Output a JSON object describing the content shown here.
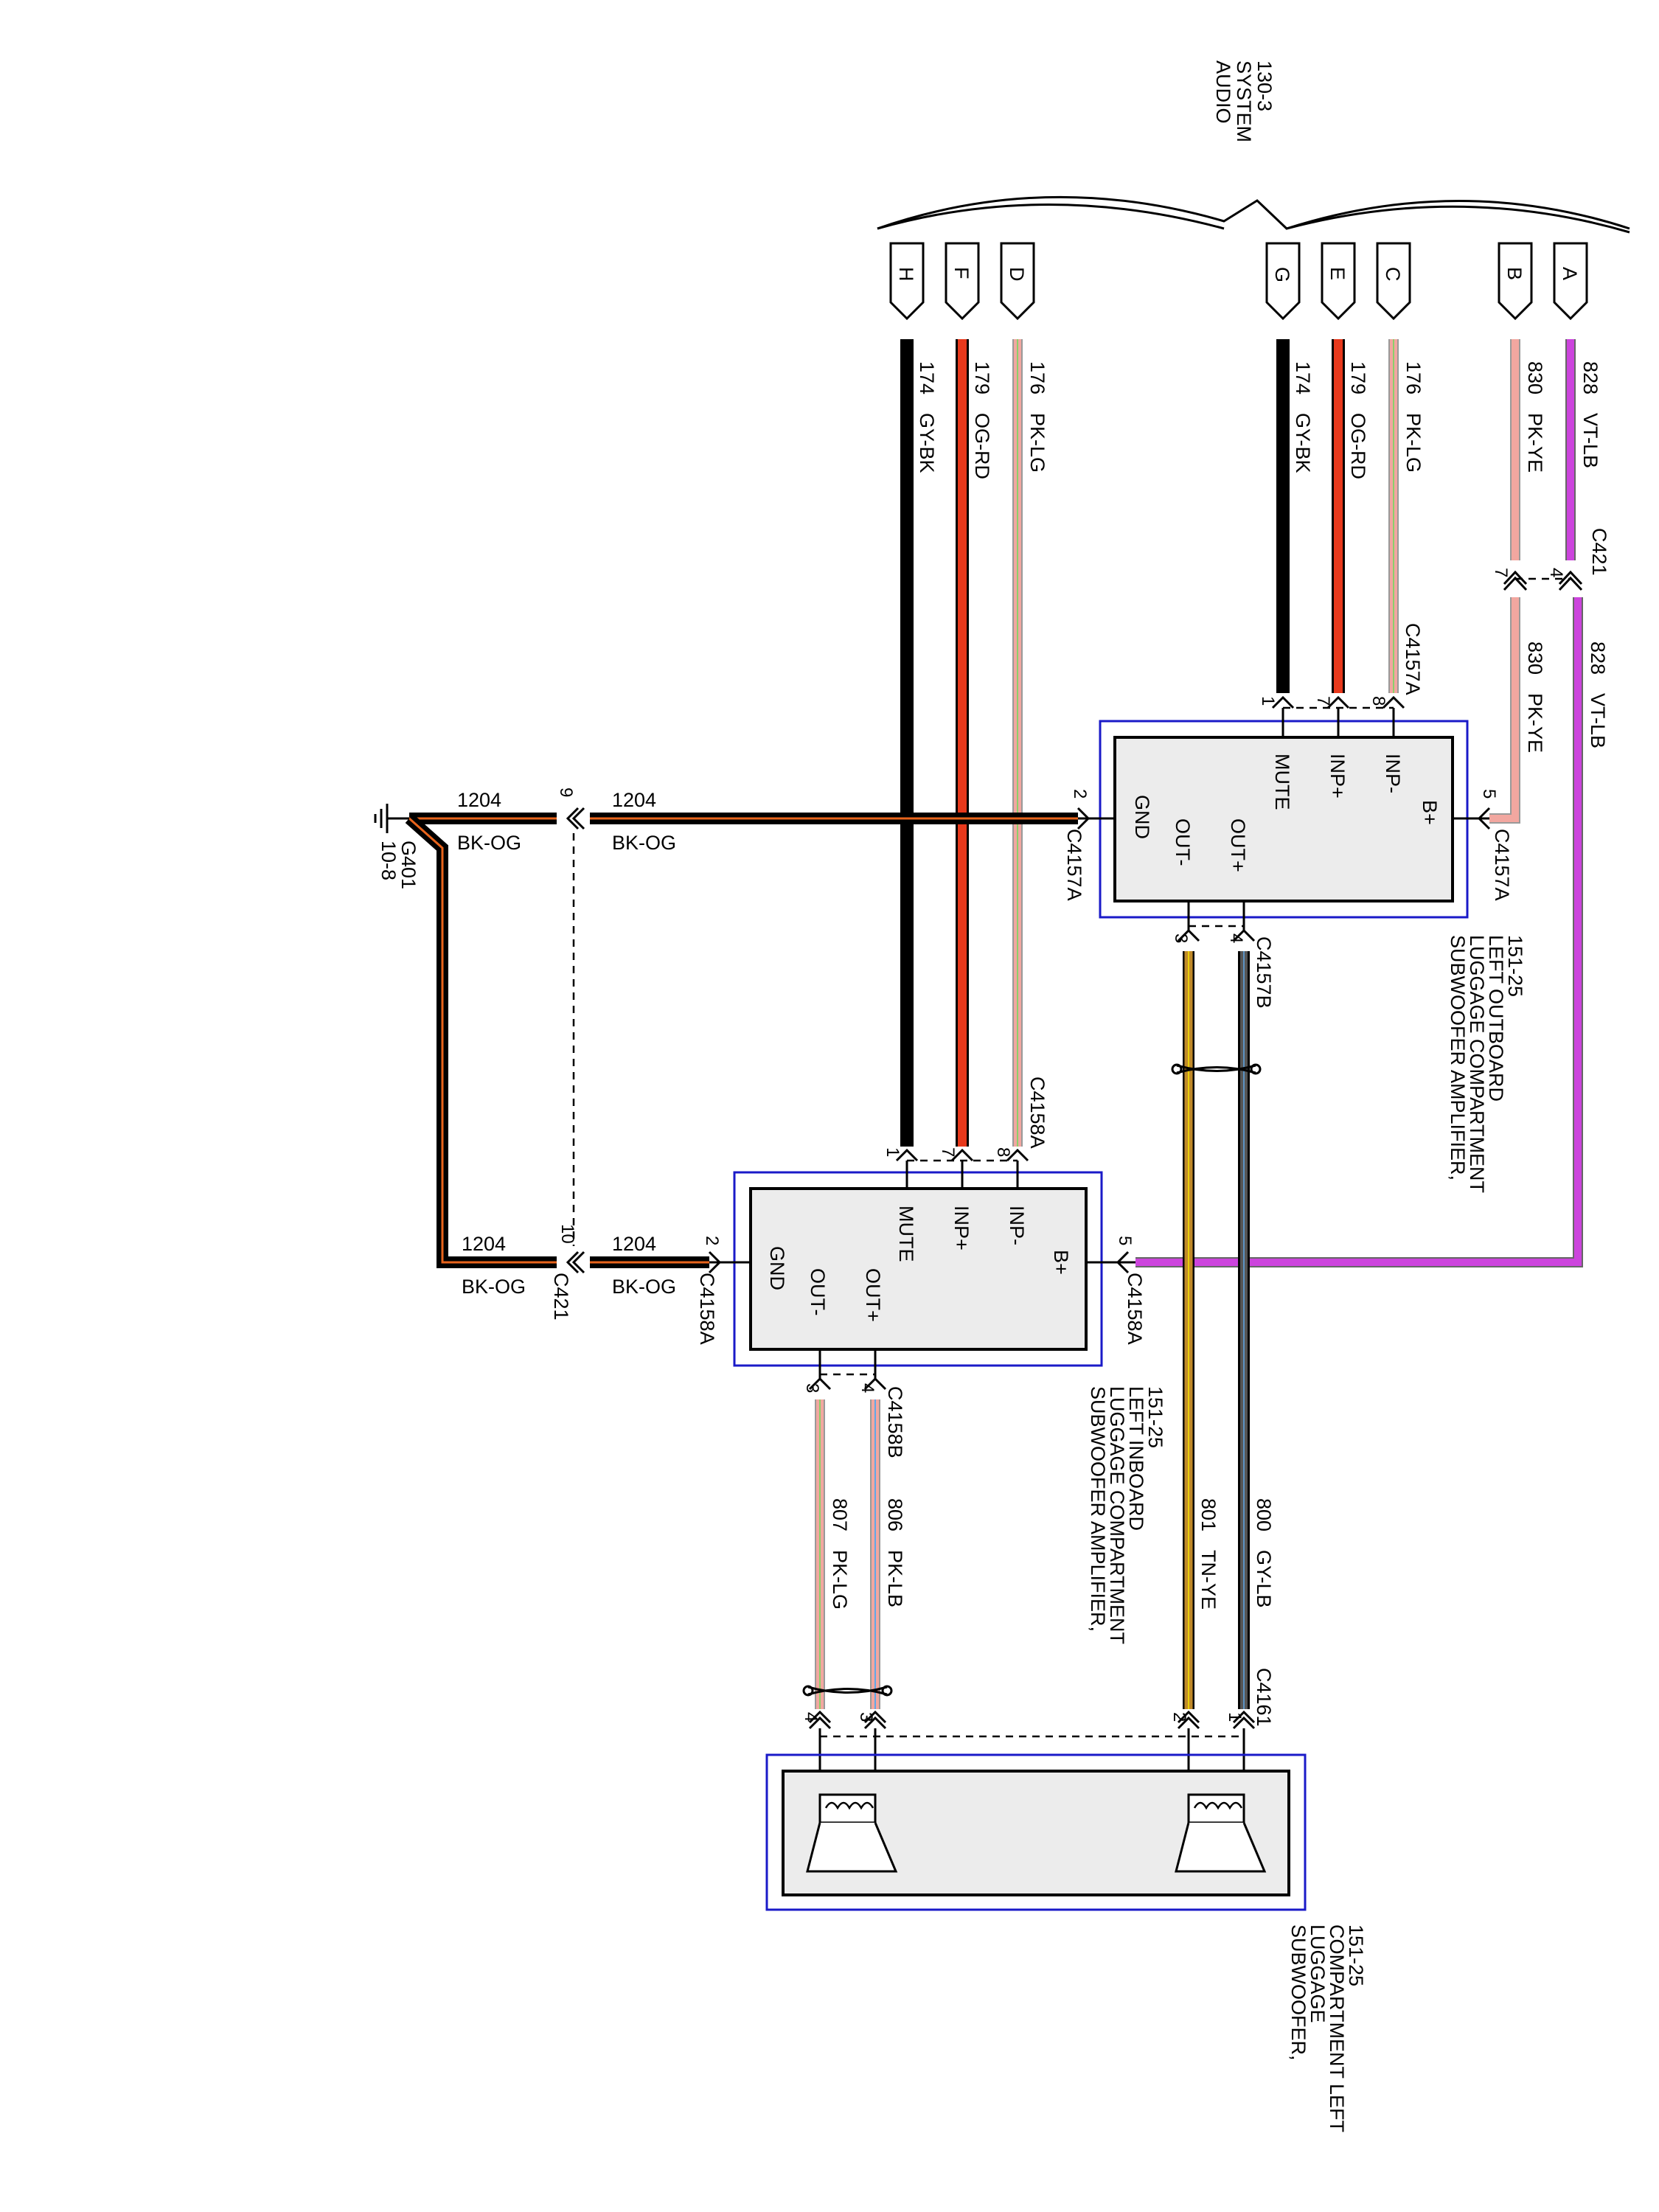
{
  "title": {
    "system": "AUDIO",
    "system2": "SYSTEM",
    "page": "130-3"
  },
  "colors": {
    "black": "#000000",
    "red": "#e8391c",
    "pink": "#f2a7a0",
    "lightgreen": "#8ccf6a",
    "yellow": "#f7e600",
    "violet": "#cc44dd",
    "lightblue": "#5fa8e8",
    "gray": "#555555",
    "tan": "#c08a28",
    "orange": "#e8641c",
    "frame": "#1a1ac8",
    "box_fill": "#ececec"
  },
  "top_connectors": [
    {
      "letter": "H"
    },
    {
      "letter": "F"
    },
    {
      "letter": "D"
    },
    {
      "letter": "G"
    },
    {
      "letter": "E"
    },
    {
      "letter": "C"
    },
    {
      "letter": "B"
    },
    {
      "letter": "A"
    }
  ],
  "wires": {
    "w174a": {
      "circuit": "174",
      "color": "GY-BK"
    },
    "w179a": {
      "circuit": "179",
      "color": "OG-RD"
    },
    "w176a": {
      "circuit": "176",
      "color": "PK-LG"
    },
    "w174b": {
      "circuit": "174",
      "color": "GY-BK"
    },
    "w179b": {
      "circuit": "179",
      "color": "OG-RD"
    },
    "w176b": {
      "circuit": "176",
      "color": "PK-LG"
    },
    "w830a": {
      "circuit": "830",
      "color": "PK-YE"
    },
    "w828a": {
      "circuit": "828",
      "color": "VT-LB"
    },
    "w830b": {
      "circuit": "830",
      "color": "PK-YE"
    },
    "w828b": {
      "circuit": "828",
      "color": "VT-LB"
    },
    "w1204a": {
      "circuit": "1204",
      "color": "BK-OG"
    },
    "w1204b": {
      "circuit": "1204",
      "color": "BK-OG"
    },
    "w1204c": {
      "circuit": "1204",
      "color": "BK-OG"
    },
    "w1204d": {
      "circuit": "1204",
      "color": "BK-OG"
    },
    "w800": {
      "circuit": "800",
      "color": "GY-LB"
    },
    "w801": {
      "circuit": "801",
      "color": "TN-YE"
    },
    "w806": {
      "circuit": "806",
      "color": "PK-LB"
    },
    "w807": {
      "circuit": "807",
      "color": "PK-LG"
    }
  },
  "connectors": {
    "c421": "C421",
    "c4157a": "C4157A",
    "c4157b": "C4157B",
    "c4158a": "C4158A",
    "c4158b": "C4158B",
    "c4161": "C4161"
  },
  "ground": {
    "name": "G401",
    "page": "10-8"
  },
  "pins": {
    "c421_top_4": "4",
    "c421_top_7": "7",
    "c4157a_1": "1",
    "c4157a_7": "7",
    "c4157a_8": "8",
    "c4157a_5": "5",
    "c4157a_2": "2",
    "c4157b_3": "3",
    "c4157b_4": "4",
    "c4158a_1": "1",
    "c4158a_7": "7",
    "c4158a_8": "8",
    "c4158a_5": "5",
    "c4158a_2": "2",
    "c4158b_3": "3",
    "c4158b_4": "4",
    "c421_9": "9",
    "c421_10": "10",
    "c4161_1": "1",
    "c4161_2": "2",
    "c4161_3": "3",
    "c4161_4": "4"
  },
  "module_terminals": {
    "bplus": "B+",
    "inpneg": "INP-",
    "inppos": "INP+",
    "mute": "MUTE",
    "gnd": "GND",
    "outpos": "OUT+",
    "outneg": "OUT-"
  },
  "amp_outboard": {
    "line1": "SUBWOOFER AMPLIFIER,",
    "line2": "LUGGAGE COMPARTMENT",
    "line3": "LEFT OUTBOARD",
    "line4": "151-25"
  },
  "amp_inboard": {
    "line1": "SUBWOOFER AMPLIFIER,",
    "line2": "LUGGAGE COMPARTMENT",
    "line3": "LEFT INBOARD",
    "line4": "151-25"
  },
  "subwoofer": {
    "line1": "SUBWOOFER,",
    "line2": "LUGGAGE",
    "line3": "COMPARTMENT LEFT",
    "line4": "151-25"
  }
}
